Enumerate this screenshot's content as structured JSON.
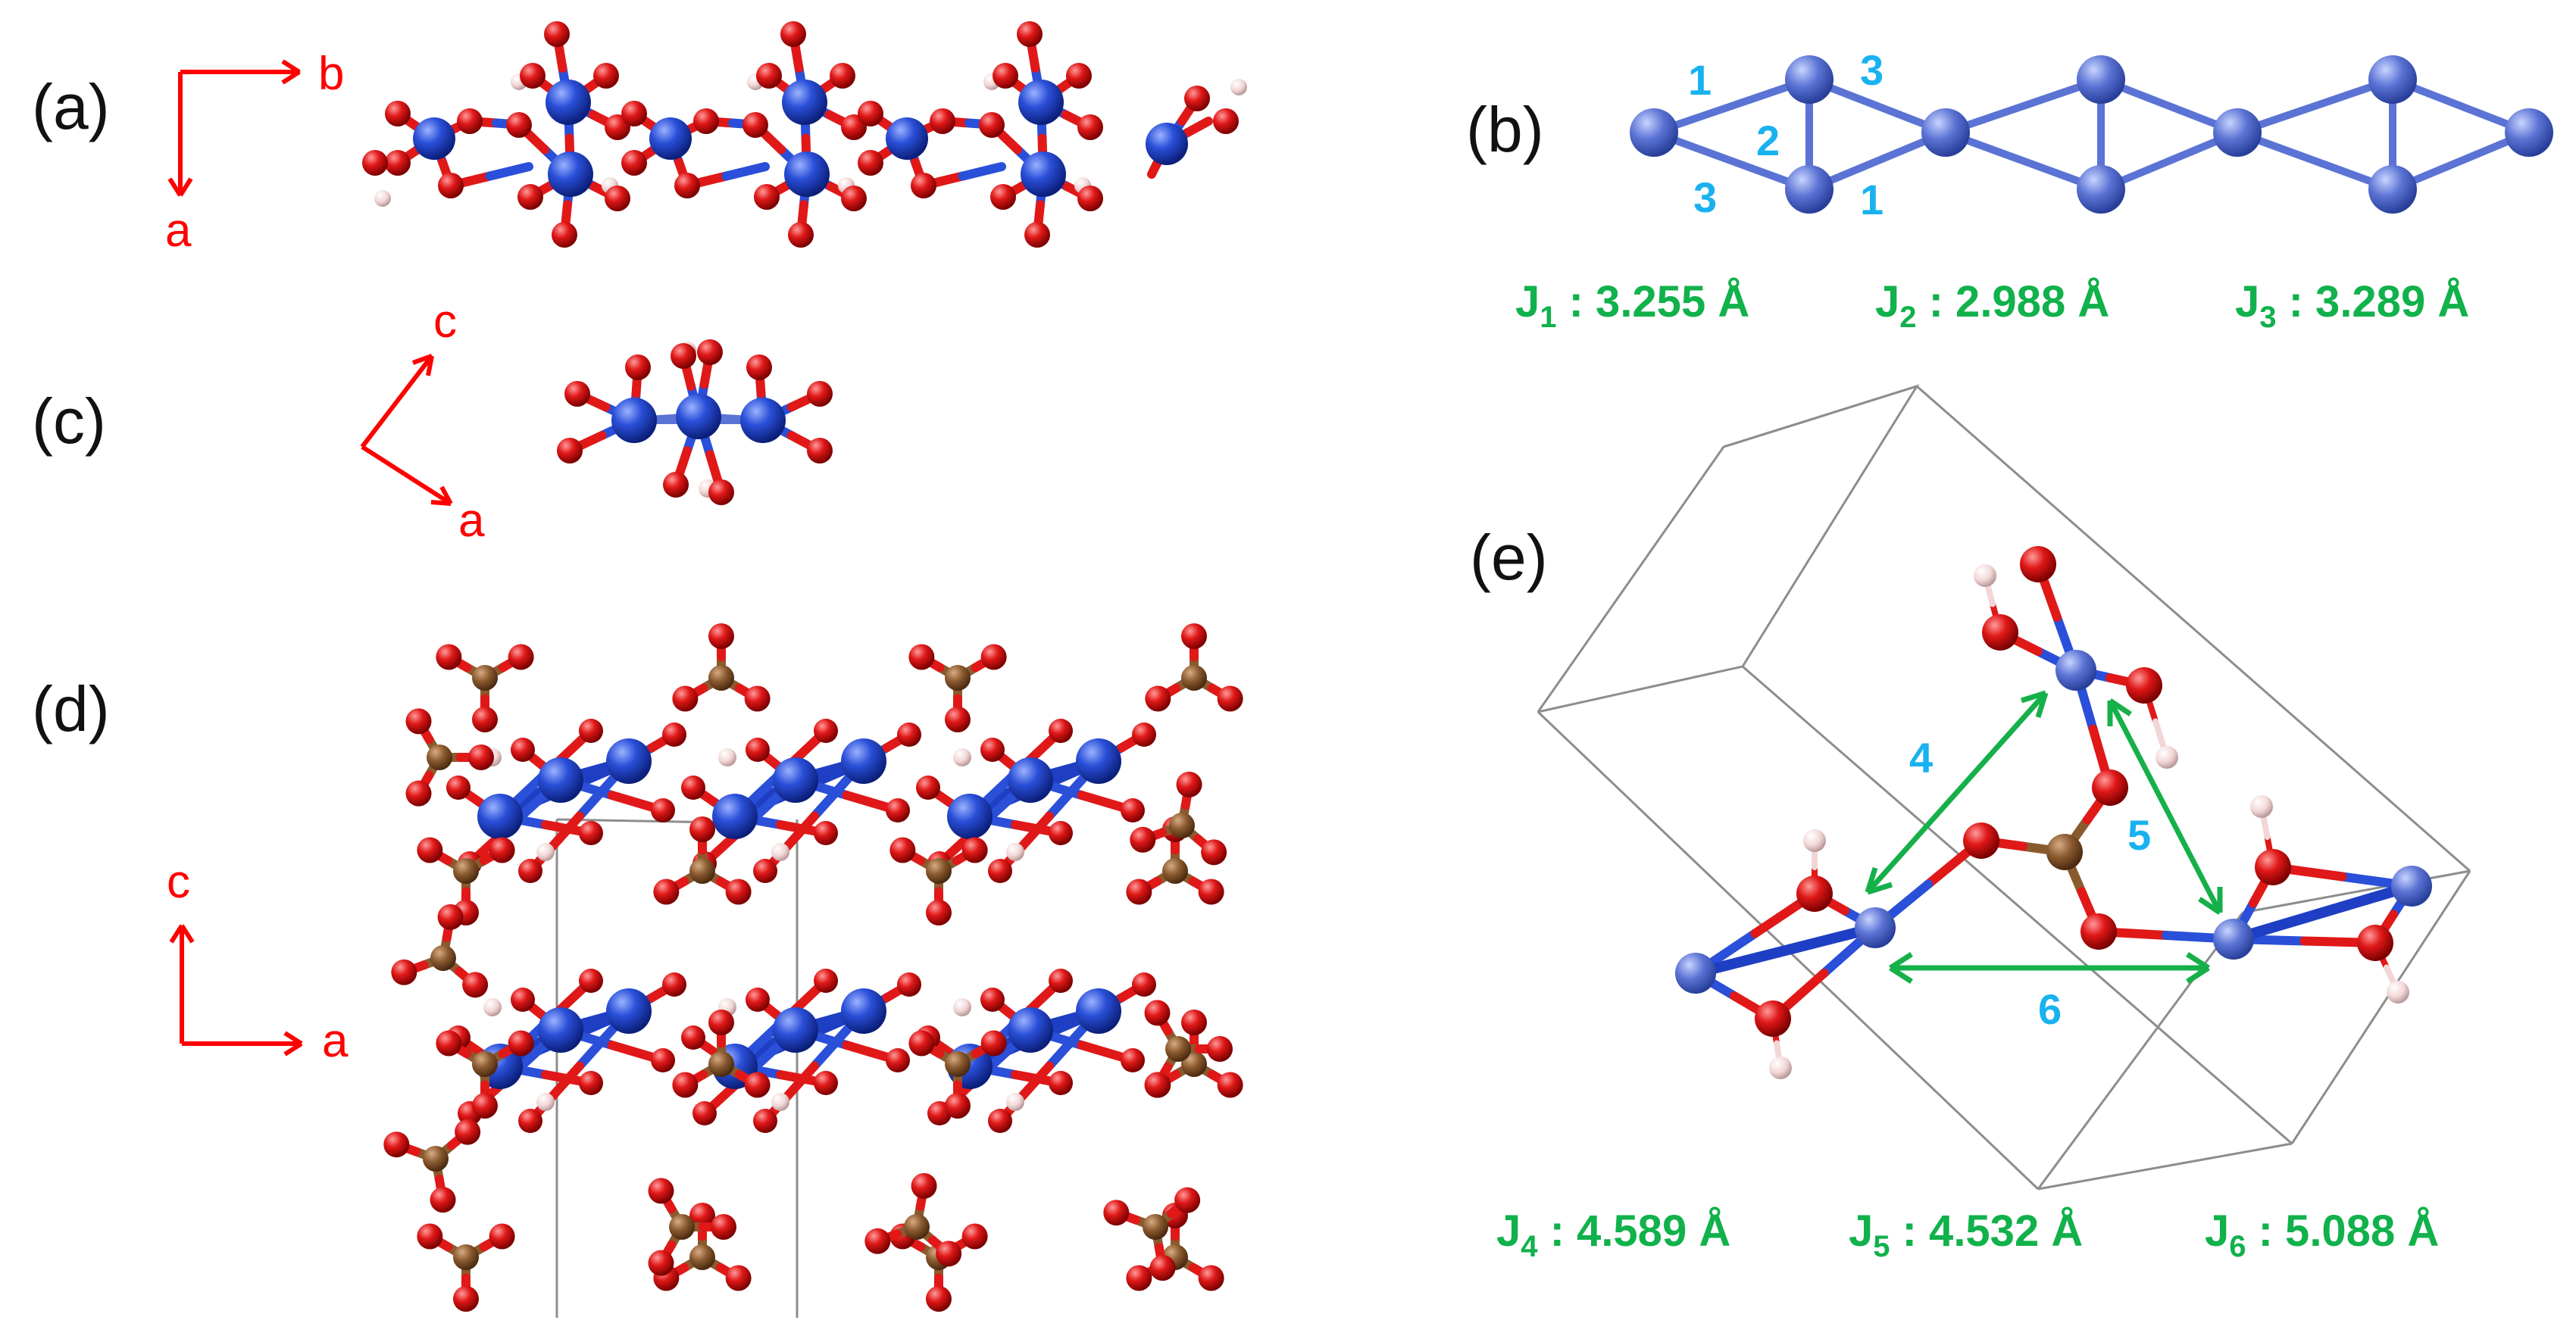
{
  "panels": {
    "a": {
      "label": "(a)",
      "axes": [
        "b",
        "a"
      ]
    },
    "b": {
      "label": "(b)",
      "bond_numbers": [
        "1",
        "3",
        "2",
        "3",
        "1"
      ]
    },
    "c": {
      "label": "(c)",
      "axes": [
        "c",
        "a"
      ]
    },
    "d": {
      "label": "(d)",
      "axes": [
        "c",
        "a"
      ]
    },
    "e": {
      "label": "(e)",
      "path_numbers": [
        "4",
        "5",
        "6"
      ]
    }
  },
  "exchange_distances": [
    {
      "symbol": "J",
      "index": "1",
      "text": " : 3.255 Å"
    },
    {
      "symbol": "J",
      "index": "2",
      "text": " : 2.988 Å"
    },
    {
      "symbol": "J",
      "index": "3",
      "text": " : 3.289 Å"
    },
    {
      "symbol": "J",
      "index": "4",
      "text": " : 4.589 Å"
    },
    {
      "symbol": "J",
      "index": "5",
      "text": " : 4.532 Å"
    },
    {
      "symbol": "J",
      "index": "6",
      "text": " : 5.088 Å"
    }
  ],
  "colors": {
    "cobalt": "#2a4fd8",
    "oxygen": "#e01818",
    "hydrogen": "#f2d6d6",
    "carbon": "#8a5a2f",
    "axis": "#ff0000",
    "distance_text": "#11b14b",
    "path_number": "#19b2ef",
    "arrow": "#16b04a"
  }
}
